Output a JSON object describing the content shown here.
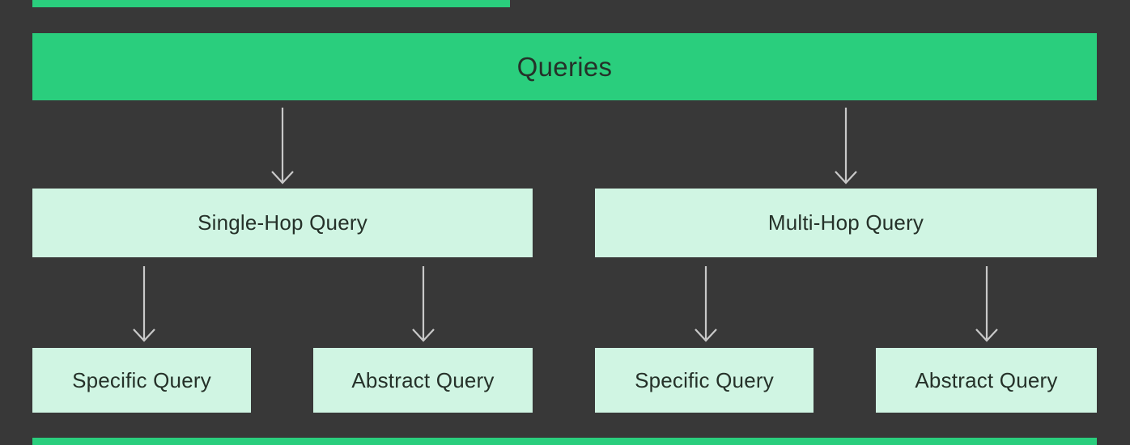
{
  "colors": {
    "background": "#383838",
    "accent_green": "#2ace7d",
    "mint": "#d0f5e3",
    "text": "#253129",
    "arrow": "#c9c9c9"
  },
  "diagram": {
    "type": "flowchart-tree",
    "root": {
      "label": "Queries"
    },
    "level2": [
      {
        "label": "Single-Hop Query"
      },
      {
        "label": "Multi-Hop Query"
      }
    ],
    "level3": [
      {
        "label": "Specific Query",
        "parent": "Single-Hop Query"
      },
      {
        "label": "Abstract Query",
        "parent": "Single-Hop Query"
      },
      {
        "label": "Specific Query",
        "parent": "Multi-Hop Query"
      },
      {
        "label": "Abstract Query",
        "parent": "Multi-Hop Query"
      }
    ]
  }
}
